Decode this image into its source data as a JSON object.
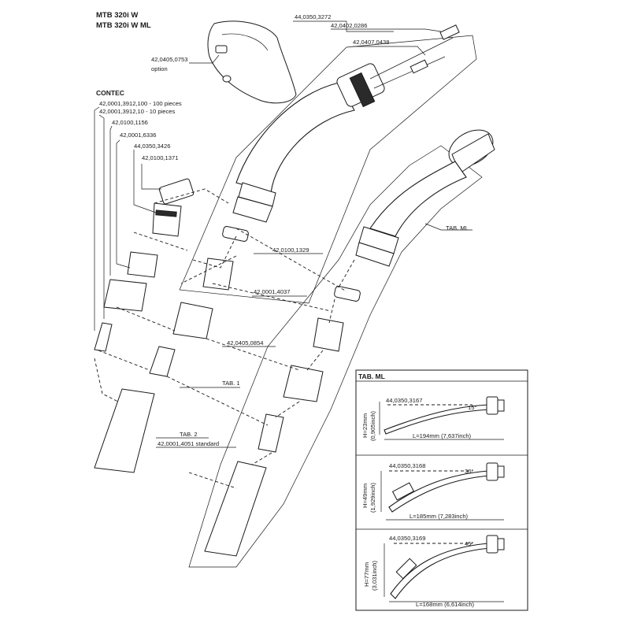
{
  "titles": {
    "line1": "MTB 320i W",
    "line2": "MTB 320i W ML"
  },
  "section_contec": "CONTEC",
  "labels": {
    "p_3272": "44,0350,3272",
    "p_0286": "42,0402,0286",
    "p_0438": "42,0407,0438",
    "p_0753": "42,0405,0753",
    "p_option": "option",
    "p_100pcs": "42,0001,3912,100 - 100 pieces",
    "p_10pcs": "42,0001,3912,10 - 10 pieces",
    "p_1156": "42,0100,1156",
    "p_6336": "42,0001,6336",
    "p_3426": "44,0350,3426",
    "p_1371": "42,0100,1371",
    "p_1329": "42,0100,1329",
    "p_4037": "42,0001,4037",
    "p_0854": "42,0405,0854",
    "tab1": "TAB. 1",
    "tab2": "TAB. 2",
    "p_4051": "42,0001,4051 standard",
    "tab_ml": "TAB. ML"
  },
  "tab_ml_box": {
    "heading": "TAB. ML",
    "rows": [
      {
        "part": "44,0350,3167",
        "angle": "15°",
        "h_mm": "H=23mm",
        "h_inch": "(0,905inch)",
        "length": "L=194mm (7,637inch)"
      },
      {
        "part": "44,0350,3168",
        "angle": "30°",
        "h_mm": "H=49mm",
        "h_inch": "(1,929inch)",
        "length": "L=185mm (7,283inch)"
      },
      {
        "part": "44,0350,3169",
        "angle": "45°",
        "h_mm": "H=77mm",
        "h_inch": "(3,031inch)",
        "length": "L=168mm (6,614inch)"
      }
    ]
  }
}
